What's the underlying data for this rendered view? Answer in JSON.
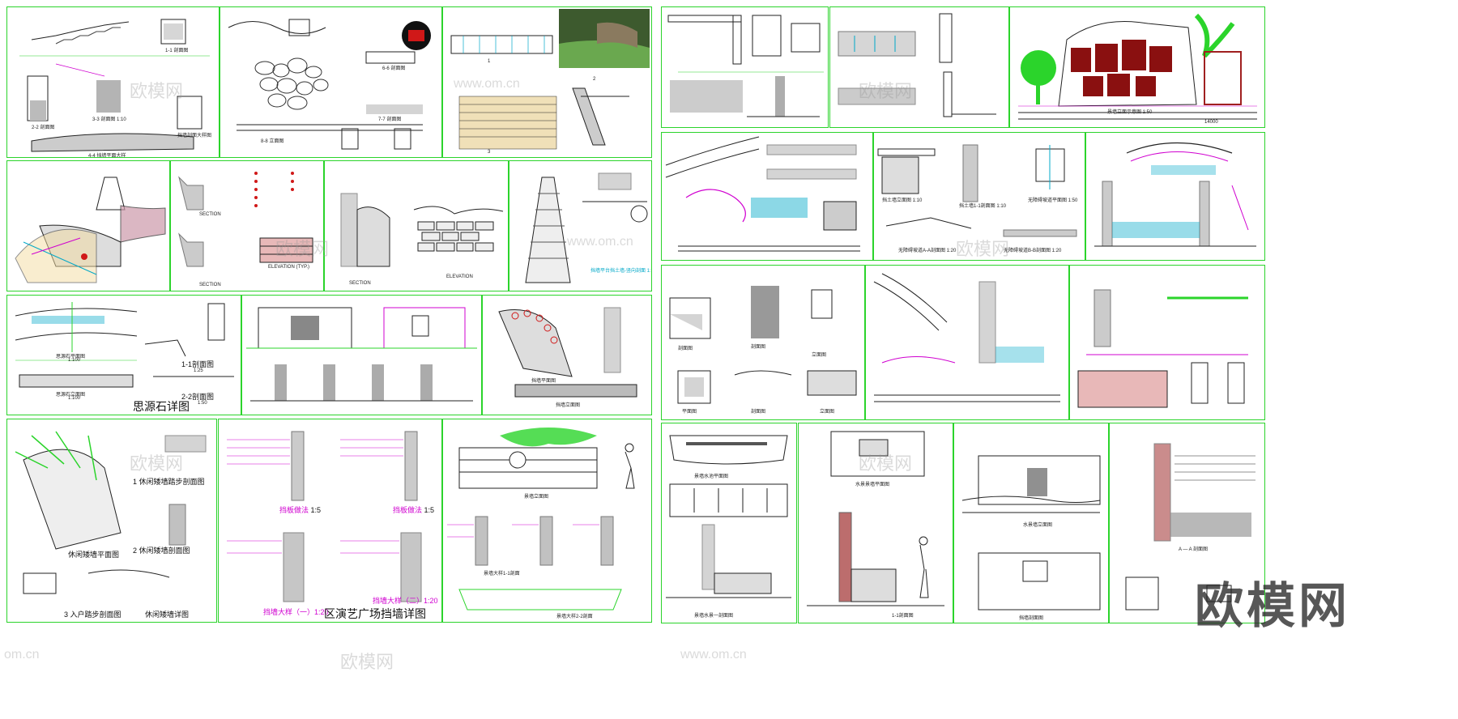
{
  "brand": {
    "watermark": "欧模网",
    "faint_a": "欧模网",
    "faint_b": "www.om.cn",
    "faint_c": "om.cn"
  },
  "sheets": {
    "s1": {
      "a": "1-1 剖面图",
      "b": "2-2 剖面图",
      "c": "3-3 剖面图 1:10",
      "d": "挡墙剖面大样图",
      "e": "4-4 挡墙平面大样"
    },
    "s2": {
      "a": "6-6 剖面图",
      "b": "7-7 剖面图",
      "c": "8-8 立面图"
    },
    "s3": {
      "a": "1",
      "b": "2",
      "c": "3"
    },
    "s6": {
      "a": "SECTION",
      "b": "ELEVATION (TYP.)",
      "c": "SECTION"
    },
    "s7": {
      "a": "SECTION",
      "b": "ELEVATION"
    },
    "s8": {
      "a": "挡墙平台挡土墙-竖向剖面 1:20"
    },
    "s9": {
      "plan": "思源石平面图",
      "plan_scale": "1:100",
      "elev": "思源石立面图",
      "elev_scale": "1:100",
      "s11": "1-1剖面图",
      "s11_scale": "1:25",
      "s22": "2-2剖面图",
      "s22_scale": "1:50",
      "title": "思源石详图"
    },
    "s11": {
      "a": "挡墙平面图",
      "b": "挡墙立面图"
    },
    "s12": {
      "plan": "休闲矮墙平面图",
      "sec1": "休闲矮墙踏步剖面图",
      "sec2": "休闲矮墙剖面图",
      "sec3": "入户踏步剖面图",
      "title": "休闲矮墙详图",
      "n1": "1",
      "n2": "2",
      "n3": "3"
    },
    "s13": {
      "a": "挡板做法",
      "a_scale": "1:5",
      "b": "挡板做法",
      "b_scale": "1:5",
      "c": "挡墙大样（一）1:20",
      "d": "挡墙大样（二）1:20",
      "title": "区演艺广场挡墙详图"
    },
    "s14": {
      "a": "景墙立面图",
      "b": "景墙大样1-1剖面",
      "c": "景墙大样2-2剖面"
    },
    "s17": {
      "a": "景墙立面示意图 1:50",
      "b": "14000"
    },
    "s19": {
      "a": "挡土墙立面图 1:10",
      "b": "挡土墙1-1剖面图 1:10",
      "c": "无障碍坡道平面图 1:50",
      "d": "无障碍坡道A-A剖面图 1:20",
      "e": "无障碍坡道B-B剖面图 1:20"
    },
    "s21": {
      "a": "剖面图",
      "b": "剖面图",
      "c": "立面图",
      "d": "平面图",
      "e": "剖面图",
      "f": "立面图"
    },
    "s24": {
      "a": "景墙水池平面图",
      "b": "景墙水景一剖面图"
    },
    "s25": {
      "a": "水景景墙平面图",
      "b": "1-1剖面图"
    },
    "s26": {
      "a": "水景墙立面图",
      "b": "挡墙剖面图"
    },
    "s27": {
      "a": "A — A 剖面图"
    }
  }
}
